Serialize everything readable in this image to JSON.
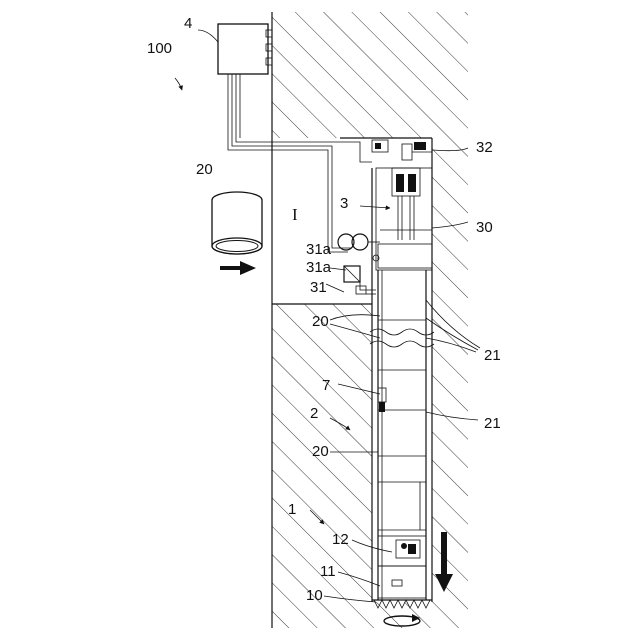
{
  "figure": {
    "ref_system": "100",
    "labels": {
      "control_unit": "4",
      "segment_roll": "20",
      "shaft": "I",
      "unit_3": "3",
      "ref_30": "30",
      "ref_32": "32",
      "ref_31a": "31a",
      "ref_31": "31",
      "ref_20_upper": "20",
      "ref_20_lower": "20",
      "ref_21_upper": "21",
      "ref_21_lower": "21",
      "ref_7": "7",
      "ref_2": "2",
      "ref_1": "1",
      "ref_12": "12",
      "ref_11": "11",
      "ref_10": "10"
    }
  }
}
